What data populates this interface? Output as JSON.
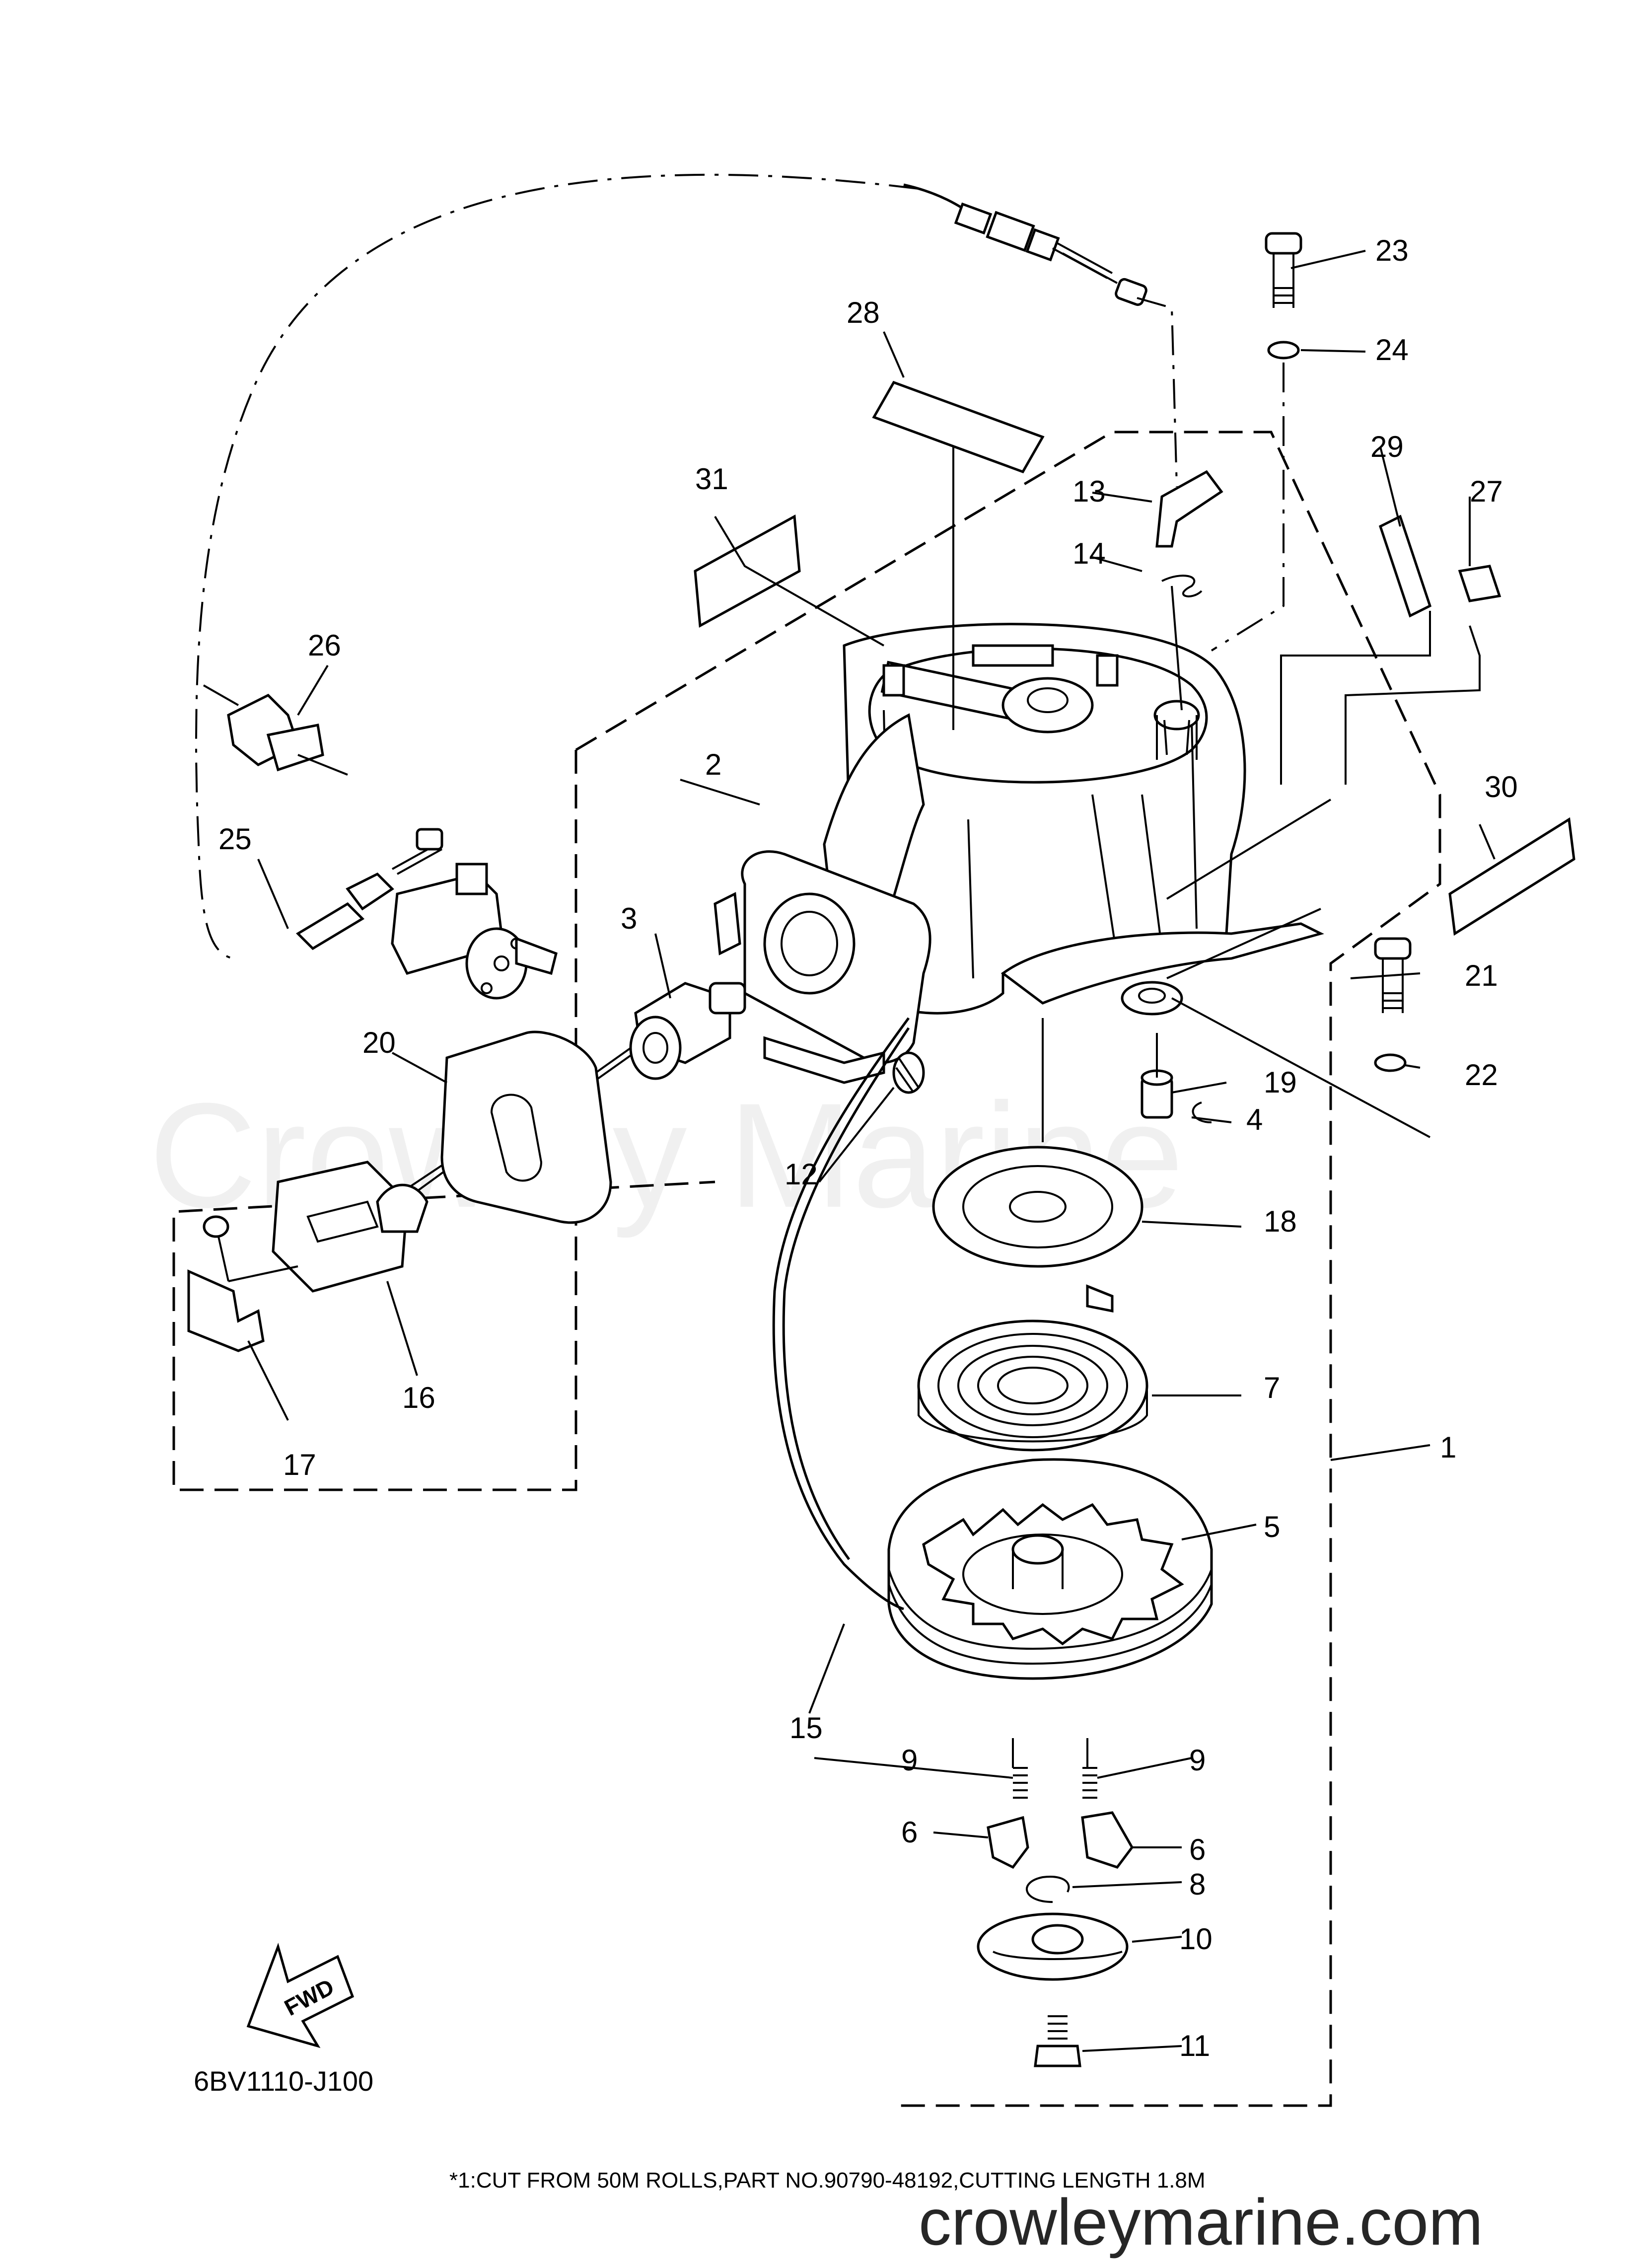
{
  "diagram_code": "6BV1110-J100",
  "footnote": "*1:CUT FROM 50M ROLLS,PART NO.90790-48192,CUTTING LENGTH 1.8M",
  "watermark": "Crowley Marine",
  "site": "crowleymarine.com",
  "fwd_label": "FWD",
  "callouts": [
    "1",
    "2",
    "3",
    "4",
    "5",
    "6",
    "6",
    "7",
    "8",
    "9",
    "9",
    "10",
    "11",
    "12",
    "13",
    "14",
    "15",
    "16",
    "17",
    "18",
    "19",
    "20",
    "21",
    "22",
    "23",
    "24",
    "25",
    "26",
    "27",
    "28",
    "29",
    "30",
    "31"
  ]
}
